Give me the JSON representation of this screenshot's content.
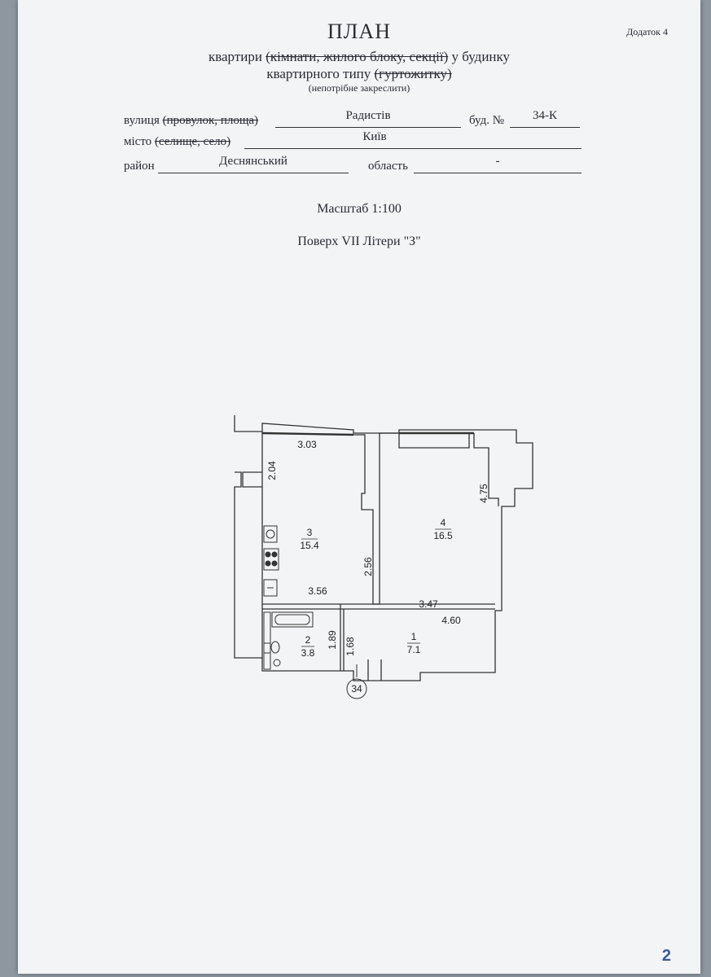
{
  "document": {
    "title": "ПЛАН",
    "appendix": "Додаток 4",
    "subtitle_line1": {
      "a": "квартири ",
      "struck": "(кімнати, жилого блоку, секції)",
      "b": " у будинку"
    },
    "subtitle_line2": {
      "a": "квартирного типу ",
      "struck": "(гуртожитку)"
    },
    "note": "(непотрібне закреслити)",
    "street": {
      "label": "вулиця ",
      "label_struck": "(провулок, площа)",
      "value": "Радистів",
      "building_label": "буд. №",
      "building_value": "34-К"
    },
    "city": {
      "label": "місто ",
      "label_struck": "(селище, село)",
      "value": "Київ"
    },
    "district": {
      "label": "район",
      "value": "Деснянський",
      "region_label": "область",
      "region_value": "-"
    },
    "scale": "Масштаб 1:100",
    "floor": "Поверх VII Літери \"З\"",
    "page_number": "2"
  },
  "plan": {
    "dimensions": {
      "d303": "3.03",
      "d204": "2.04",
      "d475": "4.75",
      "d256": "2.56",
      "d356": "3.56",
      "d347": "3.47",
      "d460": "4.60",
      "d189": "1.89",
      "d168": "1.68"
    },
    "rooms": {
      "r1": {
        "num": "1",
        "area": "7.1"
      },
      "r2": {
        "num": "2",
        "area": "3.8"
      },
      "r3": {
        "num": "3",
        "area": "15.4"
      },
      "r4": {
        "num": "4",
        "area": "16.5"
      }
    },
    "axis_marker": "34"
  }
}
